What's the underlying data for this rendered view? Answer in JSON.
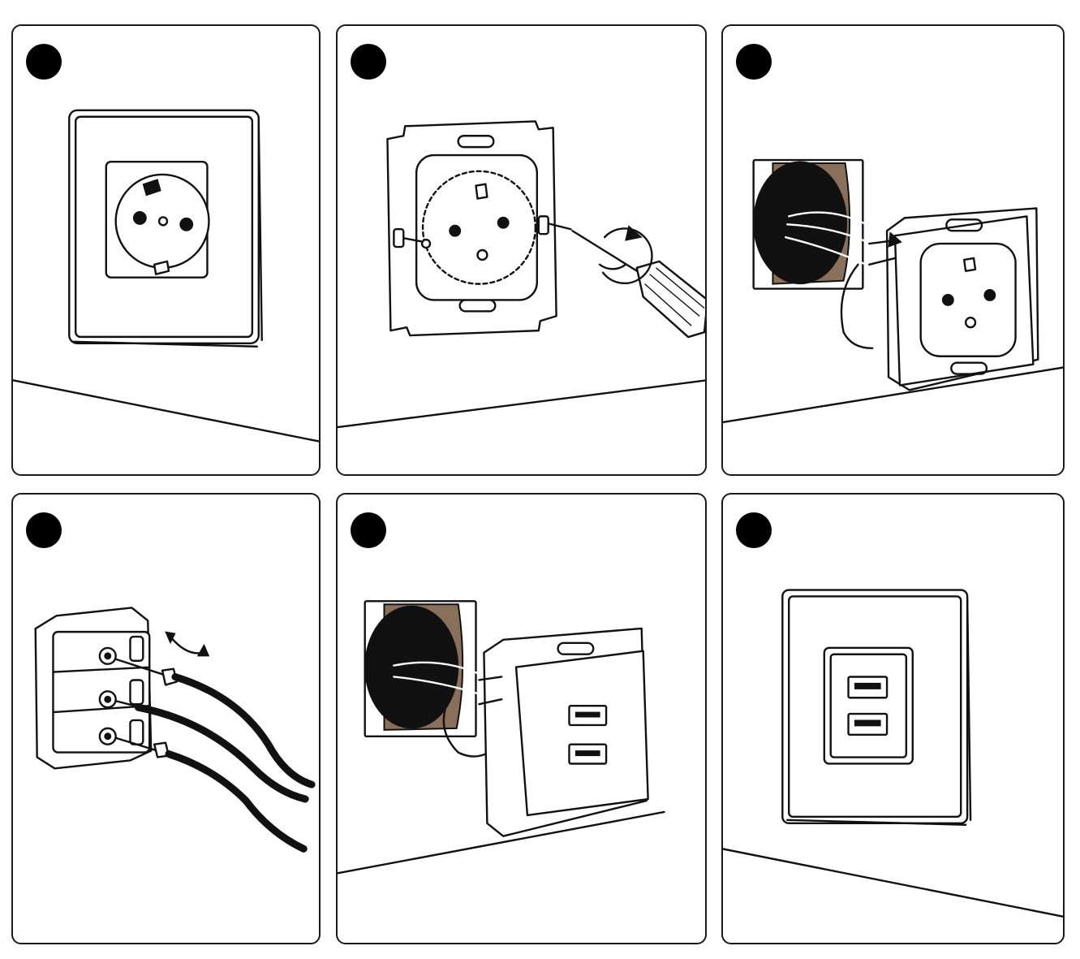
{
  "steps": [
    {
      "id": 1,
      "scene": "socket-installed",
      "marker": "step-marker"
    },
    {
      "id": 2,
      "scene": "unscrew-socket-mechanism",
      "marker": "step-marker",
      "rotation": "clockwise"
    },
    {
      "id": 3,
      "scene": "pull-out-mechanism-with-wires",
      "marker": "step-marker"
    },
    {
      "id": 4,
      "scene": "disconnect-wires-from-terminals",
      "marker": "step-marker",
      "arrow": "double"
    },
    {
      "id": 5,
      "scene": "insert-usb-mechanism",
      "marker": "step-marker",
      "usb_ports": 2
    },
    {
      "id": 6,
      "scene": "usb-charger-installed",
      "marker": "step-marker",
      "usb_ports": 2
    }
  ],
  "colors": {
    "line": "#111111",
    "panel_border": "#1a1a1a",
    "marker": "#000000",
    "wall_cavity": "#8a6f5a"
  }
}
